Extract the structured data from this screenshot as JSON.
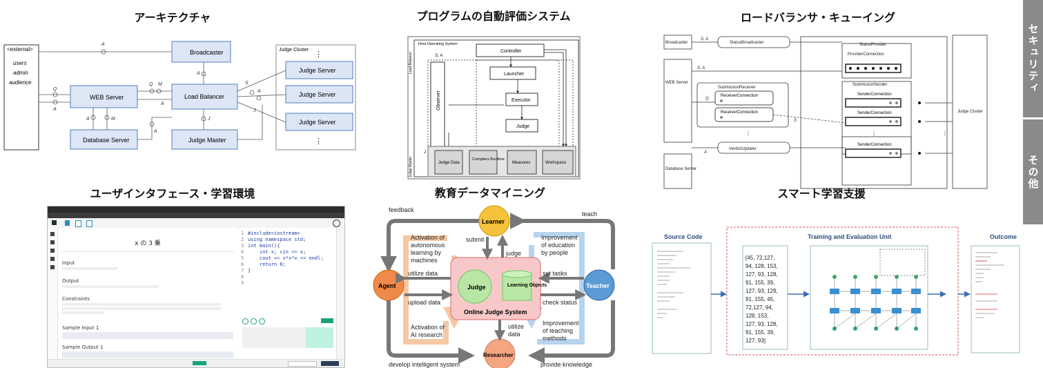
{
  "titles": {
    "t1": "アーキテクチャ",
    "t2": "プログラムの自動評価システム",
    "t3": "ロードバランサ・キューイング",
    "t4": "ユーザインタフェース・学習環境",
    "t5": "教育データマイニング",
    "t6": "スマート学習支援"
  },
  "side_tabs": {
    "security": "セキュリティ",
    "other": "その他"
  },
  "arch": {
    "external": "<external>",
    "actors": [
      "users",
      "admin",
      "audience"
    ],
    "broadcaster": "Broadcaster",
    "web_server": "WEB Server",
    "load_balancer": "Load Balancer",
    "database_server": "Database Server",
    "judge_master": "Judge Master",
    "judge_cluster": "Judge Cluster",
    "judge_server": "Judge Server",
    "labels": {
      "a": "A",
      "q": "Q",
      "m": "M",
      "s": "S",
      "j": "J"
    }
  },
  "judge_sys": {
    "host": "Host Operating System",
    "load_balancer": "Load Balancer",
    "controller": "Controller",
    "launcher": "Launcher",
    "executor": "Executor",
    "judge": "Judge",
    "observer": "Observer",
    "judge_master": "Judge Master",
    "judge_data": "Judge Data",
    "compilers": "Compilers Runtime",
    "measures": "Measures",
    "workspace": "Workspace",
    "sa": "S, A",
    "jd": "J"
  },
  "lb": {
    "broadcaster": "Broadcaster",
    "status_broadcaster": "StatusBroadcaster",
    "status_provider": "StatusProvider",
    "provider_connection": "ProviderConnection",
    "web_server": "WEB Server",
    "submission_receiver": "SubmissionReceiver",
    "receiver_connection": "ReceiverConnection",
    "submission_sender": "SubmissionSender",
    "sender_connection": "SenderConnection",
    "judge_cluster": "Judge Cluster",
    "database_server": "Database Server",
    "verdict_updater": "VerdictUpdater",
    "sa": "S, A",
    "q": "Q",
    "s": "S",
    "a": "A"
  },
  "ui": {
    "problem_title": "x の 3 乗",
    "sections": [
      "Input",
      "Output",
      "Constraints",
      "Sample Input 1",
      "Sample Output 1"
    ],
    "code": [
      "#include<iostream>",
      "using namespace std;",
      "int main(){",
      "    int x; cin >> x;",
      "    cout << x*x*x << endl;",
      "    return 0;",
      "}",
      "",
      ""
    ]
  },
  "edm": {
    "learner": "Learner",
    "agent": "Agent",
    "teacher": "Teacher",
    "researcher": "Researcher",
    "online_judge": "Online Judge System",
    "judge": "Judge",
    "learning_objects": "Learning Objects",
    "feedback": "feedback",
    "teach": "teach",
    "submit": "submit",
    "judge_lbl": "judge",
    "activation_autonomous": [
      "Activation of",
      "autonomous",
      "learning by",
      "machines"
    ],
    "improvement_education": [
      "Improvement",
      "of education",
      "by people"
    ],
    "utilize_data": "utilize data",
    "upload_data": "upload data",
    "set_tasks": "set tasks",
    "check_status": "check status",
    "activation_ai": [
      "Activation of",
      "AI research"
    ],
    "utilize_data2": [
      "utilize",
      "data"
    ],
    "improvement_teaching": [
      "Improvement",
      "of teaching",
      "methods"
    ],
    "develop": "develop intelligent system",
    "provide": "provide knowledge"
  },
  "smart": {
    "source_code": "Source Code",
    "training": "Training and Evaluation Unit",
    "outcome": "Outcome",
    "vector": [
      "[45, 72,127,",
      "94, 128, 153,",
      "127, 93, 128,",
      "91, 155, 39,",
      "127, 93, 129,",
      "91, 155, 45,",
      "72,127, 94,",
      "128, 153,",
      "127, 93, 128,",
      "91, 155, 39,",
      "127, 93]"
    ]
  },
  "colors": {
    "uml_fill": "#dce6f5",
    "uml_stroke": "#4f7fbf",
    "edm_learner": "#f5c23c",
    "edm_agent": "#f08a4b",
    "edm_teacher": "#5b9bd5",
    "edm_researcher": "#f4a582",
    "edm_ojs": "#f8c8c8",
    "edm_inner": "#b9e6a4",
    "red_dash": "#d9534f"
  }
}
